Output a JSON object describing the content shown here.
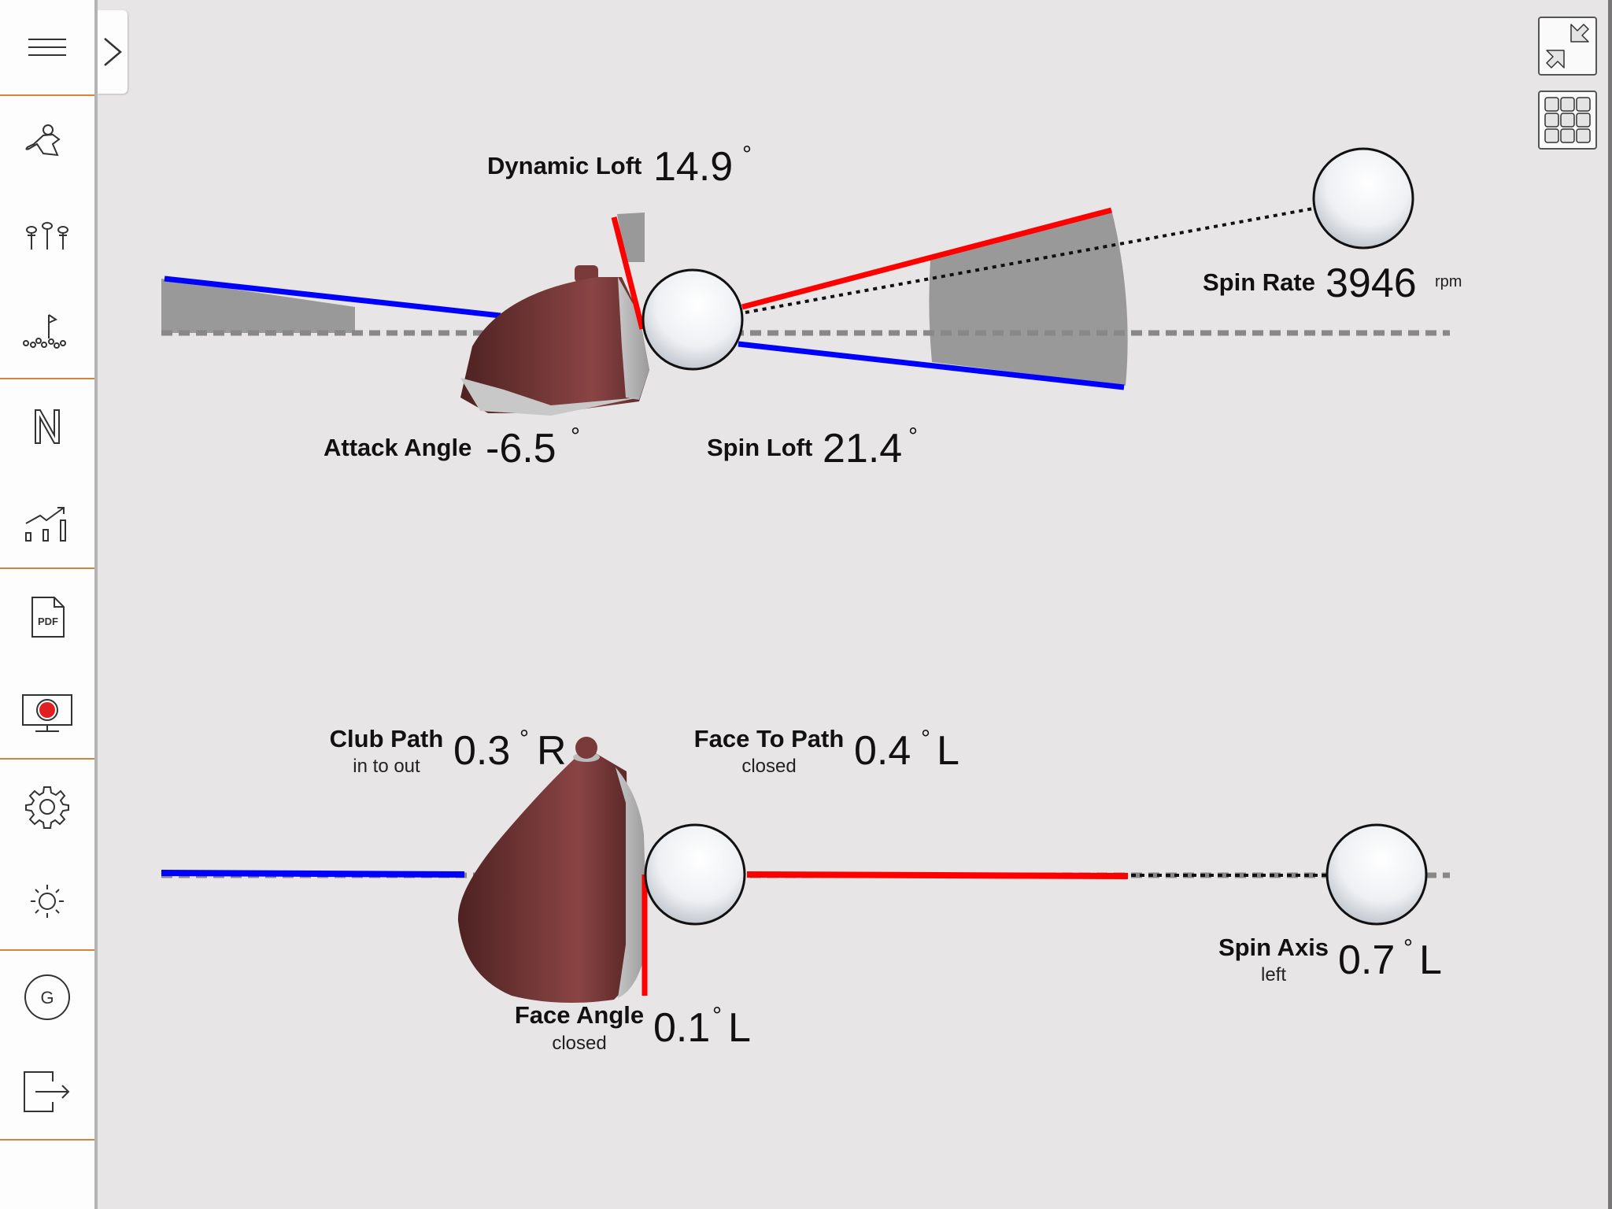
{
  "sidebar": {
    "items": [
      {
        "name": "menu",
        "icon": "hamburger-menu-icon"
      },
      {
        "name": "swing",
        "icon": "golfer-icon"
      },
      {
        "name": "tees",
        "icon": "tees-icon"
      },
      {
        "name": "dispersion",
        "icon": "flag-balls-icon"
      },
      {
        "name": "normalize",
        "icon": "n-letter-icon",
        "glyph": "N"
      },
      {
        "name": "trends",
        "icon": "chart-trend-icon"
      },
      {
        "name": "pdf",
        "icon": "pdf-file-icon",
        "glyph": "PDF"
      },
      {
        "name": "record",
        "icon": "screen-record-icon"
      },
      {
        "name": "settings",
        "icon": "gear-icon"
      },
      {
        "name": "brightness",
        "icon": "sun-icon"
      },
      {
        "name": "account",
        "icon": "g-circle-icon",
        "glyph": "G"
      },
      {
        "name": "logout",
        "icon": "logout-icon"
      }
    ]
  },
  "colors": {
    "accent": "#d4843a",
    "path": "#0000ff",
    "face": "#ff0000",
    "record": "#e02020",
    "wedge": "#999999",
    "club": "#6b2b2b"
  },
  "side_view": {
    "dynamic_loft": {
      "label": "Dynamic Loft",
      "value": "14.9",
      "unit": "°"
    },
    "spin_rate": {
      "label": "Spin Rate",
      "value": "3946",
      "unit": "rpm"
    },
    "attack_angle": {
      "label": "Attack Angle",
      "value": "-6.5",
      "unit": "°"
    },
    "spin_loft": {
      "label": "Spin Loft",
      "value": "21.4",
      "unit": "°"
    }
  },
  "top_view": {
    "club_path": {
      "label": "Club Path",
      "sub": "in to out",
      "value": "0.3",
      "unit": "°",
      "dir": "R"
    },
    "face_to_path": {
      "label": "Face To Path",
      "sub": "closed",
      "value": "0.4",
      "unit": "°",
      "dir": "L"
    },
    "face_angle": {
      "label": "Face Angle",
      "sub": "closed",
      "value": "0.1",
      "unit": "°",
      "dir": "L"
    },
    "spin_axis": {
      "label": "Spin Axis",
      "sub": "left",
      "value": "0.7",
      "unit": "°",
      "dir": "L"
    }
  }
}
